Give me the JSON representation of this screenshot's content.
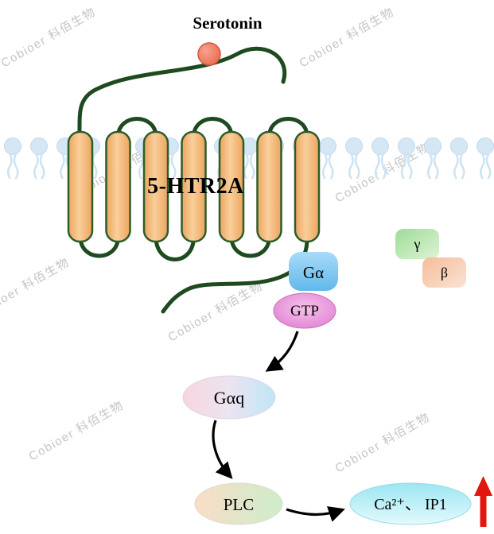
{
  "figure": {
    "title": "Serotonin",
    "receptor_label": "5-HTR2A",
    "g_alpha": "Gα",
    "gtp": "GTP",
    "gamma": "γ",
    "beta": "β",
    "g_alpha_q": "Gαq",
    "plc": "PLC",
    "second_messengers": "Ca²⁺、 IP1"
  },
  "watermark": {
    "text": "Cobioer 科佰生物"
  },
  "colors": {
    "membrane_lipid": "#d5e7f5",
    "helix_orange": "#f3b878",
    "loop_green": "#1d4a1f",
    "serotonin_red": "#ec6f53",
    "g_alpha_blue": "#7cc4ee",
    "gtp_pink": "#e287d6",
    "gamma_green": "#a6dd9e",
    "beta_peach": "#f6c4a4",
    "gaq_gradient_left": "#f7d6de",
    "gaq_gradient_right": "#bfe6f6",
    "plc_gradient_left": "#f9ddc6",
    "plc_gradient_right": "#cdedcb",
    "ca_cyan": "#aee9f3",
    "up_arrow_red": "#e3150f",
    "arrow_black": "#000000"
  }
}
